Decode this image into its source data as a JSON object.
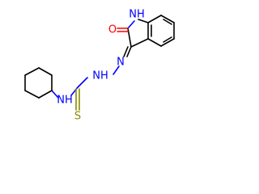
{
  "molecule": {
    "atoms": {
      "nh_indole": "NH",
      "oxygen": "O",
      "n_hydrazone": "N",
      "n_hydrazine": "NH",
      "nh_amide": "NH",
      "sulfur": "S"
    },
    "colors": {
      "carbon_bond": "#000000",
      "nitrogen": "#0000ff",
      "oxygen": "#ff0000",
      "sulfur": "#8a8a00"
    }
  }
}
